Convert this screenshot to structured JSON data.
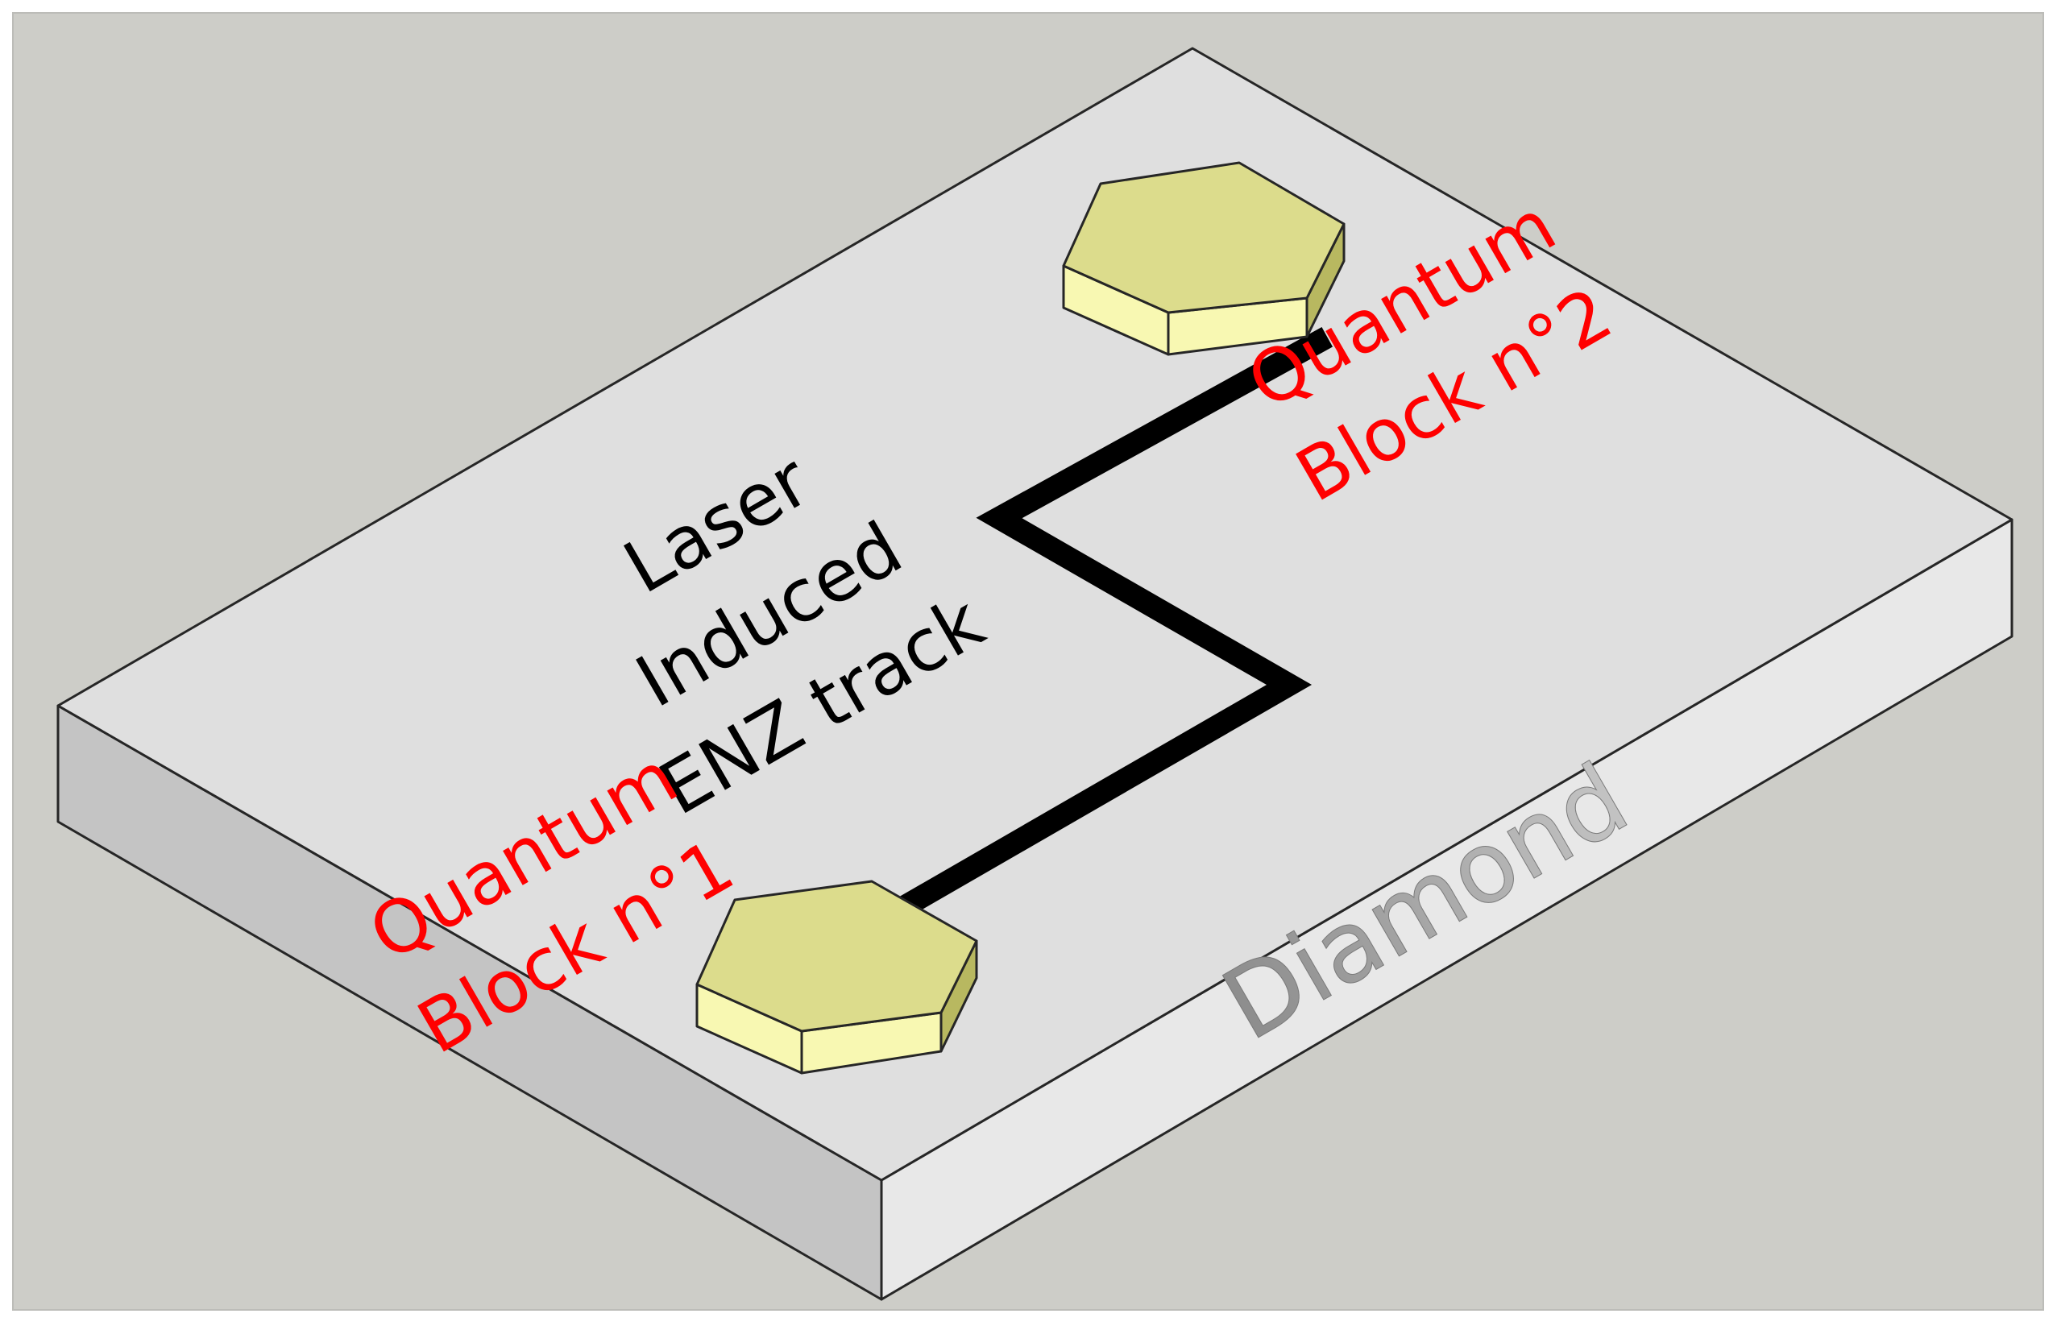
{
  "colors": {
    "page_background": "#ffffff",
    "backdrop": "#cdcdc8",
    "slab_top": "#dfdfdf",
    "slab_front": "#c4c4c4",
    "slab_right": "#e8e8e8",
    "outline": "#262626",
    "track": "#000000",
    "block_top": "#dcdc8c",
    "block_side_light": "#f8f8b2",
    "block_side_dark": "#b8b860",
    "block_label": "#ff0000",
    "track_label": "#000000",
    "substrate_label": "#a6a6a6"
  },
  "labels": {
    "track": {
      "line1": "Laser",
      "line2": "Induced",
      "line3": "ENZ track"
    },
    "block_2": {
      "line1": "Quantum",
      "line2": "Block n°2"
    },
    "block_1": {
      "line1": "Quantum",
      "line2": "Block n°1"
    },
    "substrate": "Diamond"
  }
}
